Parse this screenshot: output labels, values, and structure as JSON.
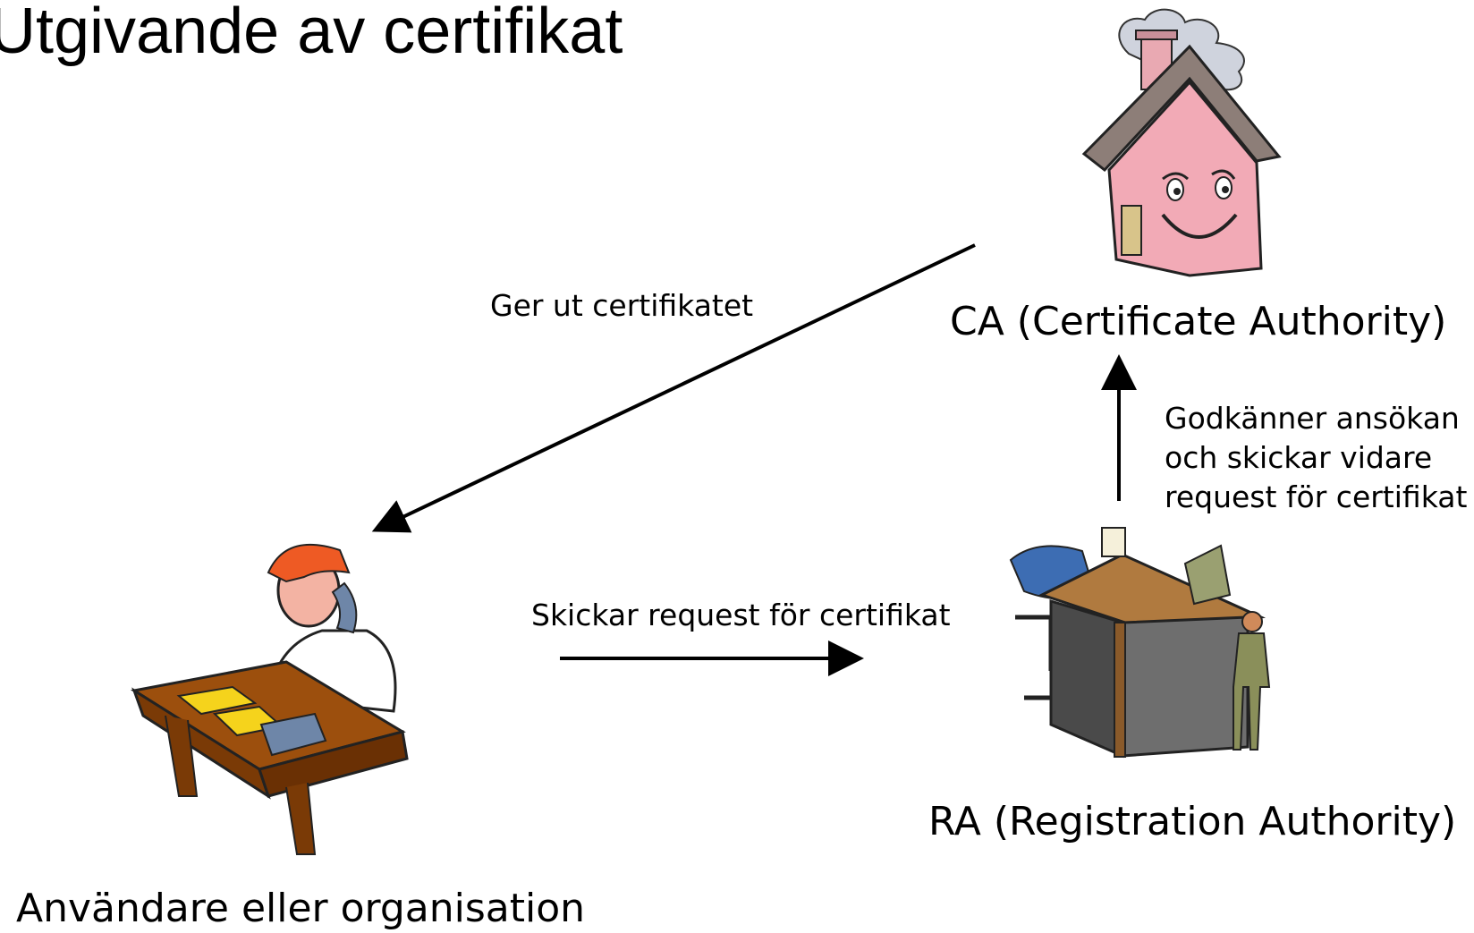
{
  "title": "Utgivande av certifikat",
  "nodes": {
    "ca": {
      "label": "CA (Certificate Authority)",
      "icon": "house-icon"
    },
    "ra": {
      "label": "RA (Registration Authority)",
      "icon": "office-desk-icon"
    },
    "user": {
      "label": "Användare eller organisation",
      "icon": "person-on-phone-icon"
    }
  },
  "edges": {
    "issue": {
      "label": "Ger ut certifikatet"
    },
    "send": {
      "label": "Skickar request för certifikat"
    },
    "approve": {
      "lines": [
        "Godkänner ansökan",
        "och skickar vidare",
        "request för certifikat"
      ]
    }
  }
}
